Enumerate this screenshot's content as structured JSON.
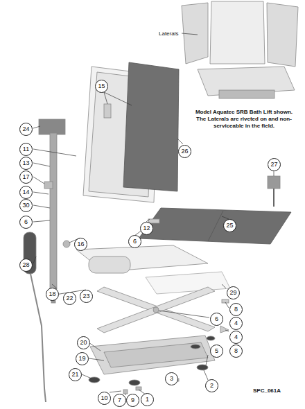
{
  "diagram": {
    "labels": [
      "Laterals",
      "Model Aquatec SRB Bath Lift shown. The Laterals are riveted on and non-serviceable in the field.",
      "SPC_061A",
      "15",
      "24",
      "26",
      "11",
      "13",
      "17",
      "14",
      "30",
      "6",
      "12",
      "6",
      "16",
      "25",
      "27",
      "28",
      "18",
      "22",
      "23",
      "29",
      "8",
      "4",
      "6",
      "4",
      "8",
      "5",
      "20",
      "19",
      "21",
      "2",
      "10",
      "7",
      "9",
      "1",
      "3"
    ]
  }
}
